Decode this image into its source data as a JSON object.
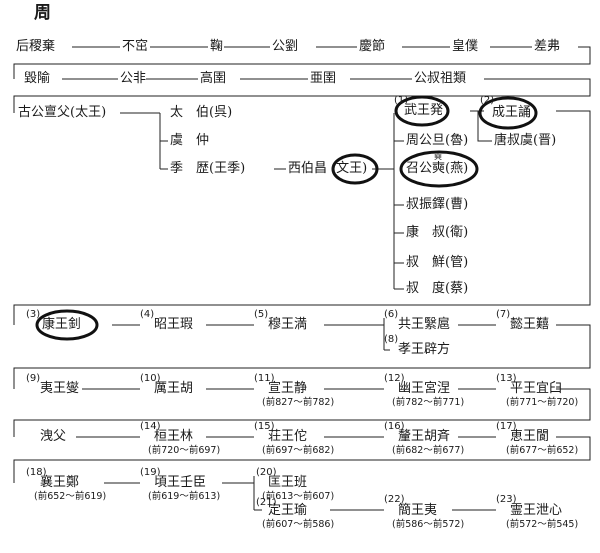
{
  "title": "周",
  "rows": {
    "r1": [
      "后稷棄",
      "不窋",
      "鞠",
      "公劉",
      "慶節",
      "皇僕",
      "差弗"
    ],
    "r2": [
      "毀隃",
      "公非",
      "高圉",
      "亜圉",
      "公叔祖類"
    ]
  },
  "taiwang": "古公亶父(太王)",
  "sons_taiwang": [
    "太　伯(呉)",
    "虞　仲",
    "季　歴(王季)"
  ],
  "xibochang": "西伯昌",
  "wenwang": "(文王)",
  "sons_wenwang": [
    "武王発",
    "周公旦(魯)",
    "召公奭(燕)",
    "叔振鐸(曹)",
    "康　叔(衛)",
    "叔　鮮(管)",
    "叔　度(蔡)"
  ],
  "chengwang": "成王誦",
  "tangshu": "唐叔虞(晋)",
  "kings": [
    {
      "n": "(1)",
      "name": "武王発"
    },
    {
      "n": "(2)",
      "name": "成王誦"
    },
    {
      "n": "(3)",
      "name": "康王釗"
    },
    {
      "n": "(4)",
      "name": "昭王瑕"
    },
    {
      "n": "(5)",
      "name": "穆王満"
    },
    {
      "n": "(6)",
      "name": "共王繄扈"
    },
    {
      "n": "(7)",
      "name": "懿王囏"
    },
    {
      "n": "(8)",
      "name": "孝王辟方"
    },
    {
      "n": "(9)",
      "name": "夷王燮"
    },
    {
      "n": "(10)",
      "name": "厲王胡"
    },
    {
      "n": "(11)",
      "name": "宣王静",
      "years": "(前827～前782)"
    },
    {
      "n": "(12)",
      "name": "幽王宮涅",
      "years": "(前782～前771)"
    },
    {
      "n": "(13)",
      "name": "平王宜臼",
      "years": "(前771～前720)"
    },
    {
      "n": "(14)",
      "name": "桓王林",
      "years": "(前720～前697)"
    },
    {
      "n": "(15)",
      "name": "荘王佗",
      "years": "(前697～前682)"
    },
    {
      "n": "(16)",
      "name": "釐王胡斉",
      "years": "(前682～前677)"
    },
    {
      "n": "(17)",
      "name": "恵王閬",
      "years": "(前677～前652)"
    },
    {
      "n": "(18)",
      "name": "襄王鄭",
      "years": "(前652～前619)"
    },
    {
      "n": "(19)",
      "name": "頃王壬臣",
      "years": "(前619～前613)"
    },
    {
      "n": "(20)",
      "name": "匡王班",
      "years": "(前613～前607)"
    },
    {
      "n": "(21)",
      "name": "定王瑜",
      "years": "(前607～前586)"
    },
    {
      "n": "(22)",
      "name": "簡王夷",
      "years": "(前586～前572)"
    },
    {
      "n": "(23)",
      "name": "霊王泄心",
      "years": "(前572～前545)"
    }
  ],
  "xiefu": "洩父",
  "annotation": "奭"
}
